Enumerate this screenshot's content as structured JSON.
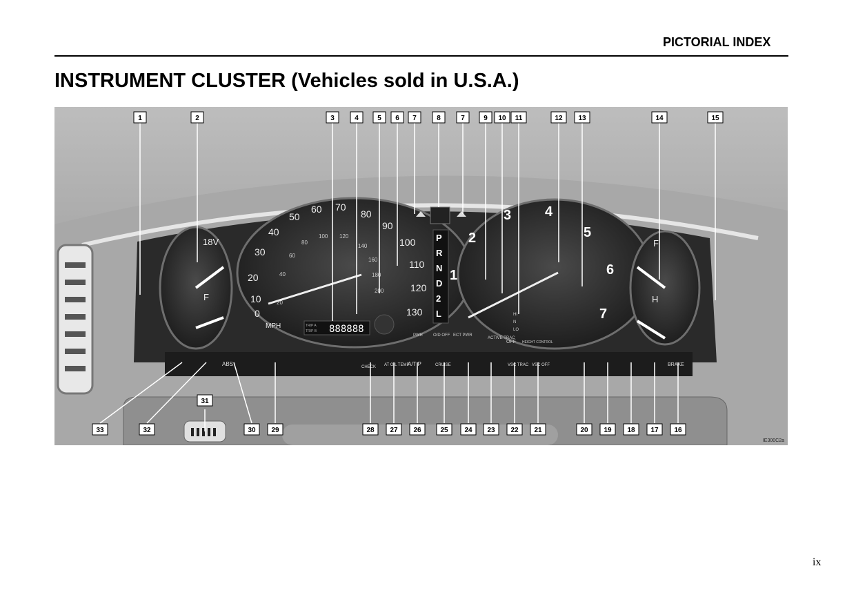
{
  "header": {
    "section": "PICTORIAL INDEX"
  },
  "title": "INSTRUMENT CLUSTER (Vehicles sold in U.S.A.)",
  "page_number": "ix",
  "figure": {
    "code": "IE300C2a",
    "top_callouts": [
      "1",
      "2",
      "3",
      "4",
      "5",
      "6",
      "7",
      "8",
      "7",
      "9",
      "10",
      "11",
      "12",
      "13",
      "14",
      "15"
    ],
    "bottom_callouts": [
      "33",
      "32",
      "31",
      "30",
      "29",
      "28",
      "27",
      "26",
      "25",
      "24",
      "23",
      "22",
      "21",
      "20",
      "19",
      "18",
      "17",
      "16"
    ],
    "speedo_mph": [
      "0",
      "10",
      "20",
      "30",
      "40",
      "50",
      "60",
      "70",
      "80",
      "90",
      "100",
      "110",
      "120",
      "130"
    ],
    "speedo_kmh": [
      "20",
      "40",
      "60",
      "80",
      "100",
      "120",
      "140",
      "160",
      "180",
      "200"
    ],
    "speedo_unit": "MPH",
    "odometer": "888888",
    "odo_labels": [
      "TRIP A",
      "TRIP B"
    ],
    "voltmeter": "18V",
    "fuel_label": "F",
    "temp_label": "H",
    "oil_label": "F",
    "tach": [
      "1",
      "2",
      "3",
      "4",
      "5",
      "6",
      "7"
    ],
    "gear_positions": [
      "P",
      "R",
      "N",
      "D",
      "2",
      "L"
    ],
    "small_labels": {
      "pwr": "PWR",
      "o_d_off": "O/D OFF",
      "ect_pwr": "ECT PWR",
      "active_trac": "ACTIVE TRAC",
      "off": "OFF",
      "height_control": "HEIGHT CONTROL",
      "height_levels": [
        "HI",
        "N",
        "LO"
      ]
    },
    "warning_labels": [
      "ABS",
      "CHECK",
      "AT OIL TEMP",
      "A/T P",
      "CRUISE",
      "VSC TRAC",
      "VSC OFF",
      "BRAKE"
    ]
  }
}
